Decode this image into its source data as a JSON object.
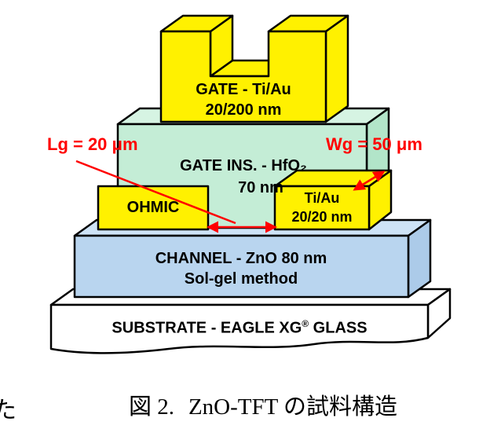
{
  "diagram": {
    "gate": {
      "line1": "GATE - Ti/Au",
      "line2": "20/200 nm"
    },
    "gate_insulator": {
      "label": "GATE INS. - HfO₂",
      "thickness": "70 nm"
    },
    "ohmic_contact": {
      "label": "OHMIC"
    },
    "right_contact": {
      "line1": "Ti/Au",
      "line2": "20/20 nm"
    },
    "channel": {
      "line1": "CHANNEL - ZnO 80 nm",
      "line2": "Sol-gel method"
    },
    "substrate": {
      "prefix": "SUBSTRATE - EAGLE XG",
      "registered": "®",
      "suffix": " GLASS"
    },
    "annotations": {
      "gate_length": "Lg = 20 μm",
      "gate_width": "Wg = 50 μm"
    },
    "colors": {
      "metal": "#FFF100",
      "insulator_front": "#C4EDD6",
      "insulator_top": "#D6F4E3",
      "insulator_side": "#B2E5C9",
      "channel_front": "#B9D5EF",
      "channel_top": "#CEE3F6",
      "channel_side": "#ACCBE9",
      "substrate": "#FFFFFF",
      "annotation": "#FF0000"
    }
  },
  "caption": {
    "figure_label": "図 2.",
    "title": "ZnO-TFT の試料構造",
    "clipped_fragment": "た"
  }
}
